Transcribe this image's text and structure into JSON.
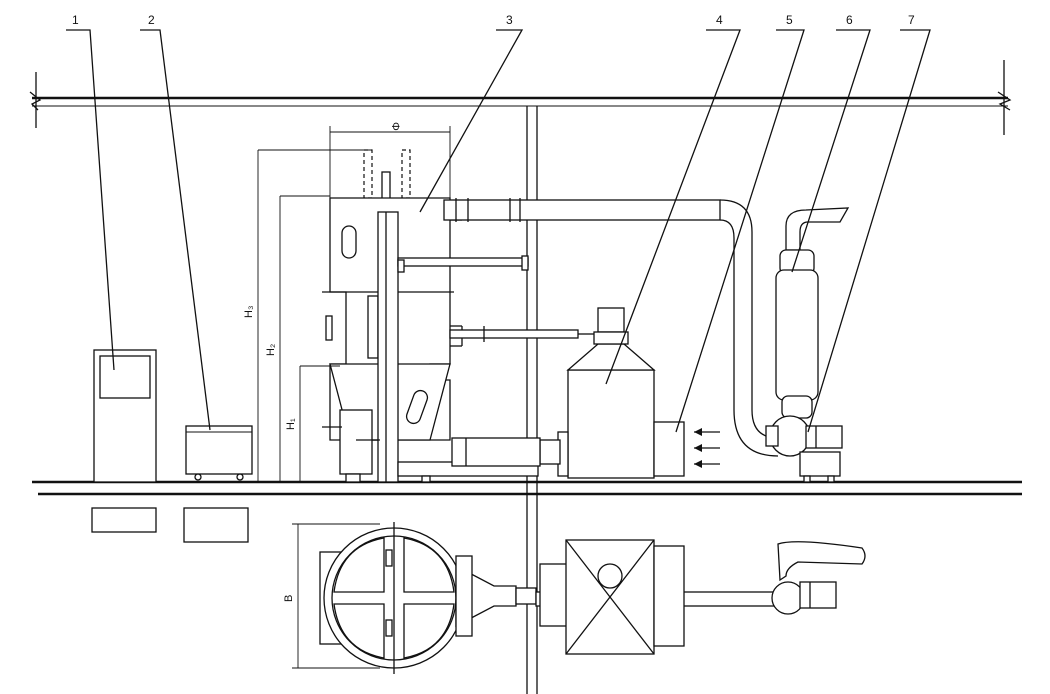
{
  "callouts": [
    "1",
    "2",
    "3",
    "4",
    "5",
    "6",
    "7"
  ],
  "dimensions": {
    "phi": "Φ",
    "h1": "H₁",
    "h2": "H₂",
    "h3": "H₃",
    "b": "B"
  },
  "colors": {
    "line": "#111111",
    "background": "#ffffff"
  }
}
